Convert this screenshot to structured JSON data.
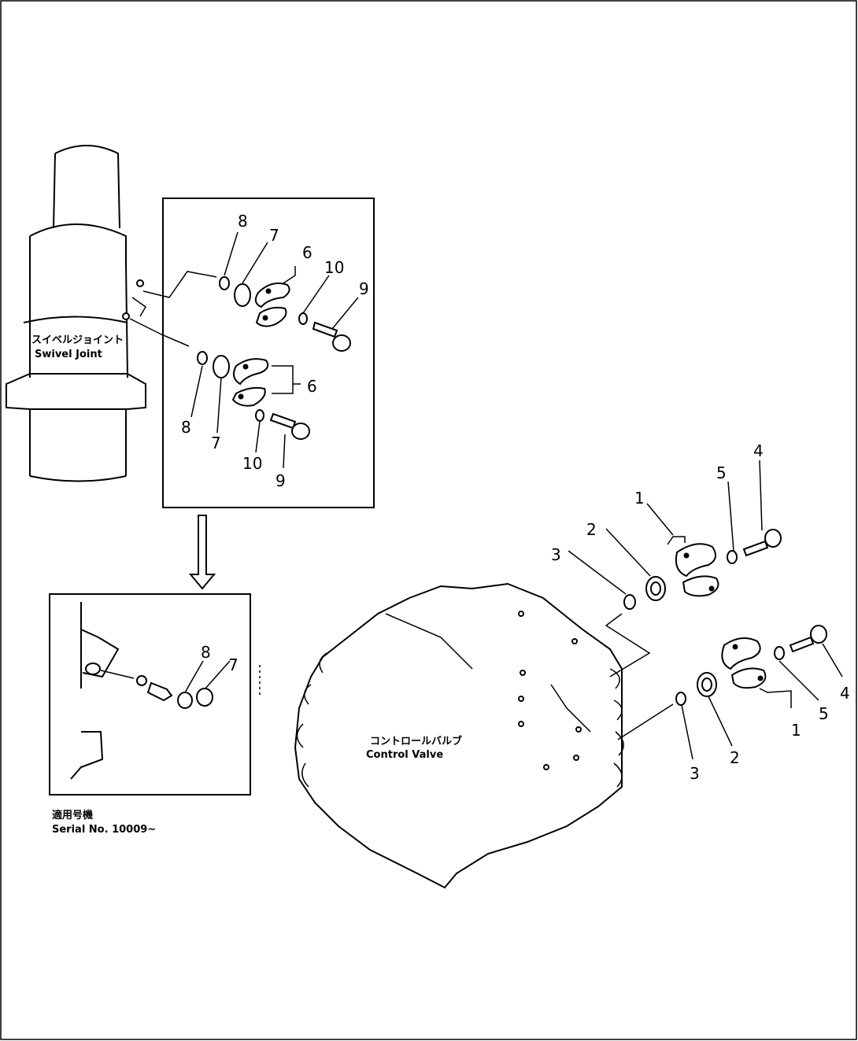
{
  "swivel_joint": {
    "label_jp": "スイベルジョイント",
    "label_en": "Swivel  Joint"
  },
  "control_valve": {
    "label_jp": "コントロールバルブ",
    "label_en": "Control  Valve"
  },
  "serial": {
    "label_jp": "適用号機",
    "label_en": "Serial  No.  10009~"
  },
  "callouts": {
    "detail_upper": {
      "p8": "8",
      "p7": "7",
      "p6": "6",
      "p10": "10",
      "p9": "9"
    },
    "detail_lower": {
      "p6": "6",
      "p8": "8",
      "p7": "7",
      "p10": "10",
      "p9": "9"
    },
    "serial_box": {
      "p8": "8",
      "p7": "7"
    },
    "valve_upper": {
      "p1": "1",
      "p2": "2",
      "p3": "3",
      "p4": "4",
      "p5": "5"
    },
    "valve_lower": {
      "p1": "1",
      "p2": "2",
      "p3": "3",
      "p4": "4",
      "p5": "5"
    }
  }
}
